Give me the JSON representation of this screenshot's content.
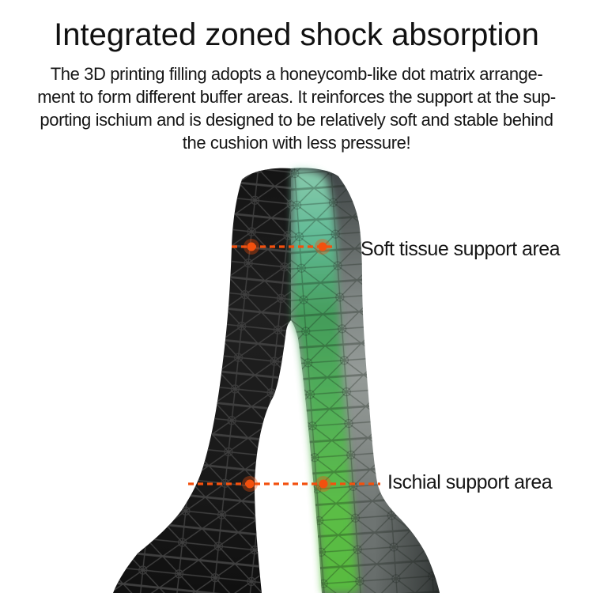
{
  "header": {
    "title": "Integrated zoned shock absorption",
    "description_lines": [
      "The 3D printing filling adopts a honeycomb-like dot matrix arrange-",
      "ment to form different buffer areas. It reinforces the support at the sup-",
      "porting ischium and is designed to be relatively soft and stable behind",
      "the cushion with less pressure!"
    ]
  },
  "figure": {
    "subject": "3D printed bicycle saddle, top view, nose up; left half black lattice, right half translucent shell with green glowing lattice core",
    "annotations": [
      {
        "label": "Soft tissue support area",
        "marker": "orange dashed line with two dots across saddle nose"
      },
      {
        "label": "Ischial support area",
        "marker": "orange dashed line with two dots across saddle rear"
      }
    ]
  },
  "colors": {
    "background": "#ffffff",
    "text": "#161616",
    "accent_orange": "#f3500e",
    "saddle_black": "#1c1c1c",
    "lattice_line": "#3d3d3d",
    "shell_gray": "#959b98",
    "glow_teal": "#8fd6b6",
    "glow_green": "#57c13b"
  }
}
